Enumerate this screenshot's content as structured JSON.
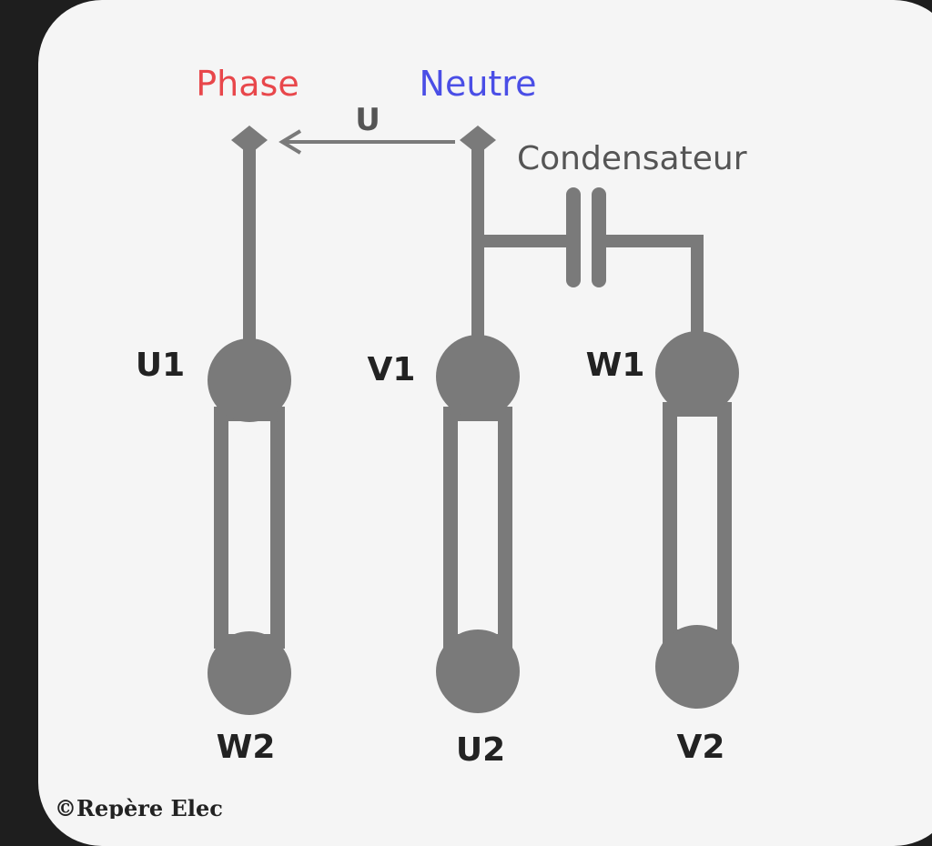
{
  "diagram": {
    "top_labels": {
      "phase": "Phase",
      "neutre": "Neutre",
      "voltage": "U",
      "capacitor": "Condensateur"
    },
    "terminals": {
      "u1": "U1",
      "v1": "V1",
      "w1": "W1",
      "w2": "W2",
      "u2": "U2",
      "v2": "V2"
    },
    "credit": "©Repère Elec",
    "colors": {
      "phase": "#e8474b",
      "neutre": "#4a4ee6",
      "wire": "#7a7a7a",
      "background": "#f5f5f5",
      "frame": "#1e1e1e"
    }
  }
}
